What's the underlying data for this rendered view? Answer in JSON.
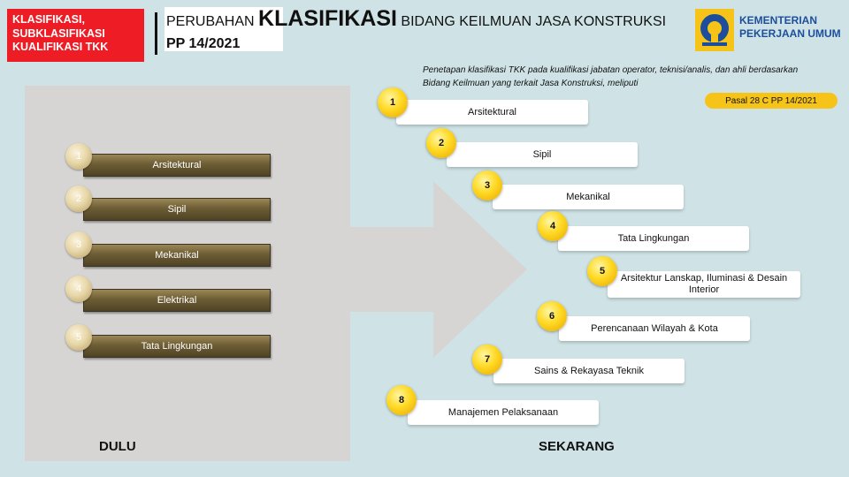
{
  "tag": {
    "line1": "KLASIFIKASI,",
    "line2": "SUBKLASIFIKASI",
    "line3": "KUALIFIKASI TKK"
  },
  "title": {
    "part1": "PERUBAHAN ",
    "part2": "KLASIFIKASI",
    "part3": " BIDANG KEILMUAN JASA KONSTRUKSI",
    "line2": "PP 14/2021"
  },
  "logo": {
    "line1": "KEMENTERIAN",
    "line2": "PEKERJAAN UMUM"
  },
  "description": "Penetapan klasifikasi TKK pada kualifikasi jabatan  operator, teknisi/analis, dan ahli berdasarkan Bidang  Keilmuan yang terkait Jasa Konstruksi, meliputi",
  "pasal": "Pasal 28 C PP 14/2021",
  "old_items": [
    {
      "num": "1",
      "label": "Arsitektural"
    },
    {
      "num": "2",
      "label": "Sipil"
    },
    {
      "num": "3",
      "label": "Mekanikal"
    },
    {
      "num": "4",
      "label": "Elektrikal"
    },
    {
      "num": "5",
      "label": "Tata Lingkungan"
    }
  ],
  "new_items": [
    {
      "num": "1",
      "label": "Arsitektural"
    },
    {
      "num": "2",
      "label": "Sipil"
    },
    {
      "num": "3",
      "label": "Mekanikal"
    },
    {
      "num": "4",
      "label": "Tata Lingkungan"
    },
    {
      "num": "5",
      "label": "Arsitektur Lanskap, Iluminasi & Desain Interior"
    },
    {
      "num": "6",
      "label": "Perencanaan Wilayah & Kota"
    },
    {
      "num": "7",
      "label": "Sains & Rekayasa Teknik"
    },
    {
      "num": "8",
      "label": "Manajemen Pelaksanaan"
    }
  ],
  "label_before": "DULU",
  "label_after": "SEKARANG",
  "colors": {
    "tag_red": "#ee1c25",
    "background": "#cfe3e6",
    "old_bar": "#6d5d35",
    "new_circle": "#ffd923",
    "pasal_bg": "#f6c318",
    "logo_blue": "#1c4e9c"
  }
}
